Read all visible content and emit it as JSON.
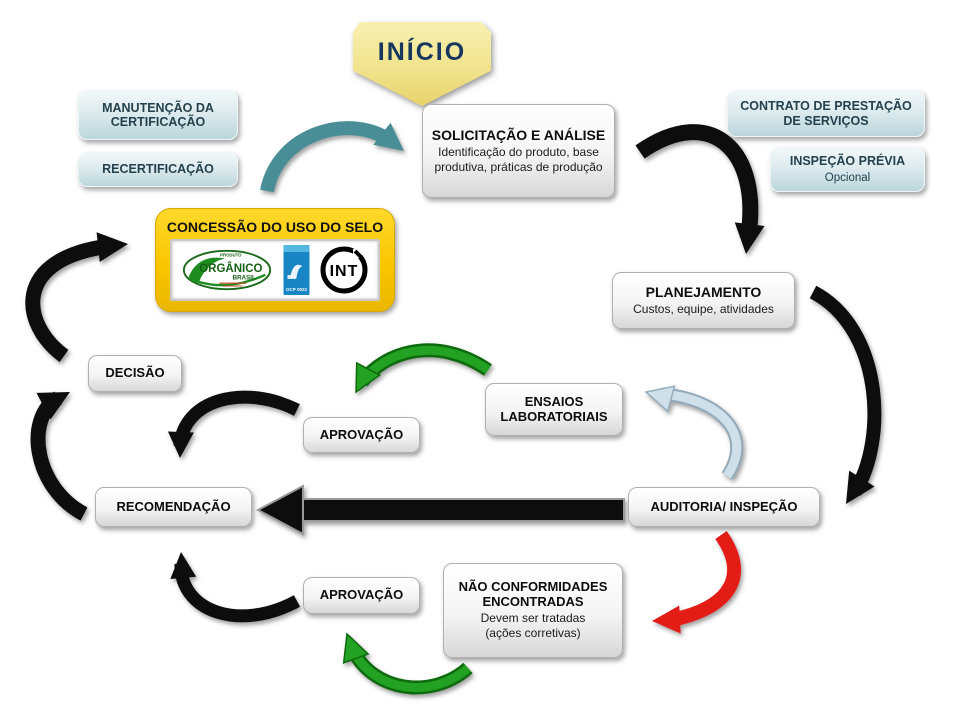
{
  "banner": {
    "label": "INÍCIO"
  },
  "boxes": {
    "manutencao": {
      "label": "MANUTENÇÃO DA CERTIFICAÇÃO"
    },
    "recertificacao": {
      "label": "RECERTIFICAÇÃO"
    },
    "solicitacao": {
      "title": "SOLICITAÇÃO E ANÁLISE",
      "subtitle": "Identificação do produto, base produtiva, práticas de produção"
    },
    "contrato": {
      "label": "CONTRATO DE PRESTAÇÃO DE SERVIÇOS"
    },
    "inspecao_previa": {
      "title": "INSPEÇÃO PRÉVIA",
      "subtitle": "Opcional"
    },
    "concessao": {
      "title": "CONCESSÃO DO USO DO SELO"
    },
    "planejamento": {
      "title": "PLANEJAMENTO",
      "subtitle": "Custos, equipe, atividades"
    },
    "decisao": {
      "label": "DECISÃO"
    },
    "aprovacao_1": {
      "label": "APROVAÇÃO"
    },
    "ensaios": {
      "label": "ENSAIOS LABORATORIAIS"
    },
    "recomendacao": {
      "label": "RECOMENDAÇÃO"
    },
    "auditoria": {
      "label": "AUDITORIA/ INSPEÇÃO"
    },
    "aprovacao_2": {
      "label": "APROVAÇÃO"
    },
    "nao_conformidades": {
      "title": "NÃO CONFORMIDADES ENCONTRADAS",
      "subtitle1": "Devem ser tratadas",
      "subtitle2": "(ações corretivas)"
    }
  },
  "logos": {
    "organico": {
      "top": "PRODUTO",
      "name": "ORGÂNICO",
      "sub": "BRASIL"
    },
    "seal": {
      "code": "OCP 0022"
    },
    "int": {
      "name": "INT"
    }
  },
  "colors": {
    "arrow_black": "#0a0a0a",
    "arrow_teal": "#4a8e96",
    "arrow_green": "#1f9a1f",
    "arrow_red": "#e31b17",
    "arrow_pale_blue": "#cfe0ea",
    "banner_fill": "#f0e28a",
    "gold_box": "#f9c600",
    "blue_box": "#ddebee",
    "banner_text": "#17375e"
  }
}
